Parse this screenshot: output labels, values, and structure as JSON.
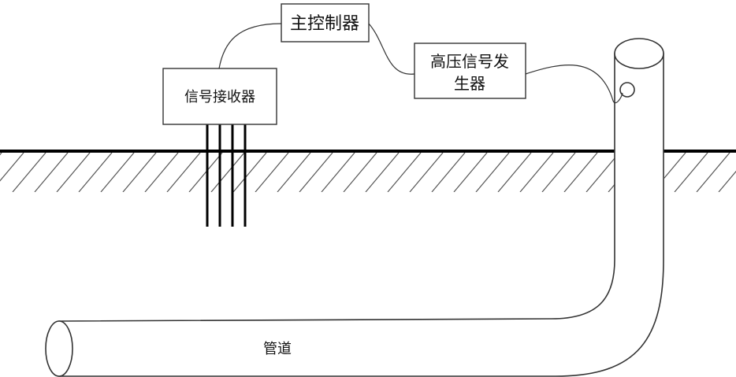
{
  "diagram": {
    "boxes": {
      "main_controller": "主控制器",
      "hv_generator_line1": "高压信号发",
      "hv_generator_line2": "生器",
      "signal_receiver": "信号接收器"
    },
    "pipe_label": "管道"
  }
}
